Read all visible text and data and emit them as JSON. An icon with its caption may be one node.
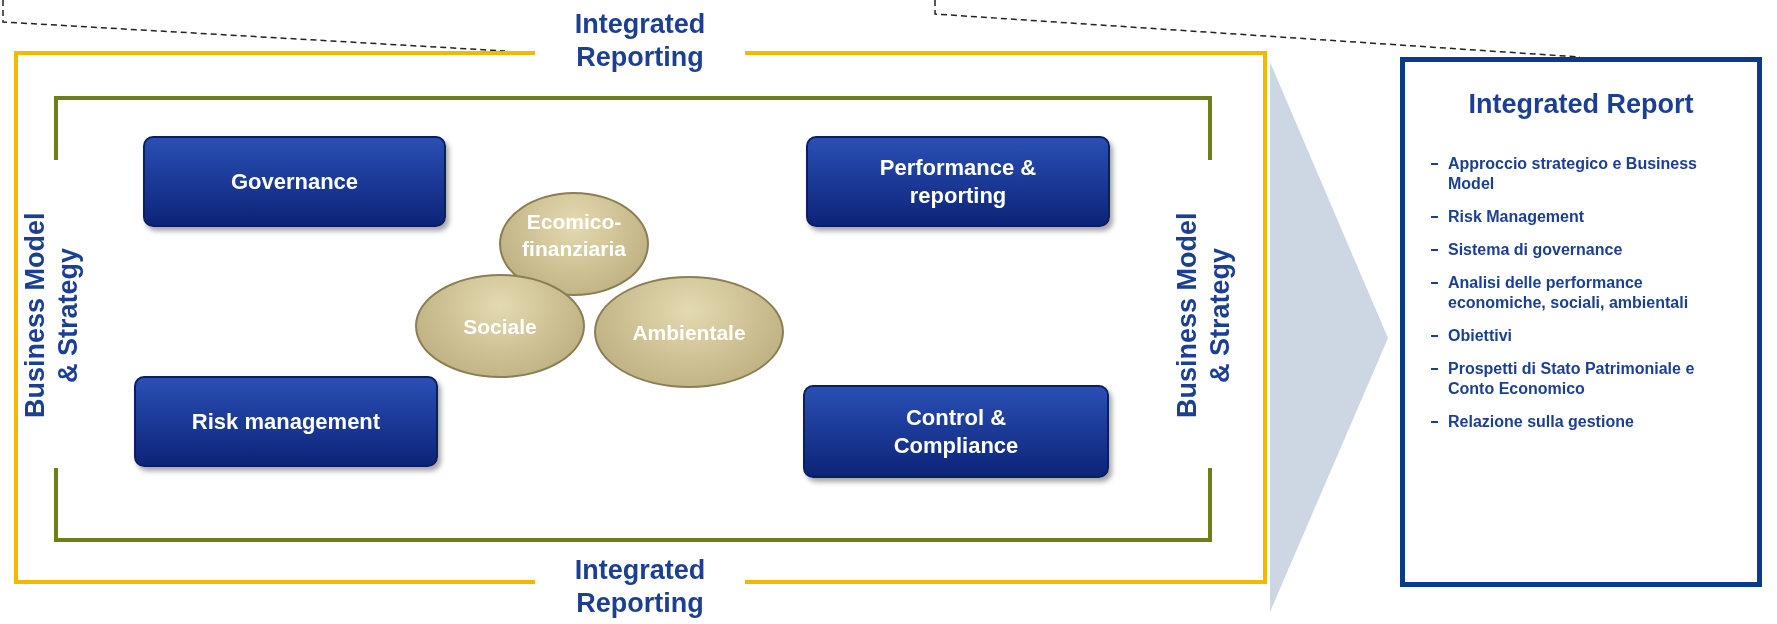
{
  "diagram": {
    "nodes": [
      {
        "text": [
          "Integrated Reporting",
          "Integrated Reporting"
        ]
      },
      {
        "text": [
          "Business Model & Strategy",
          "Business Model & Strategy"
        ],
        "in": 0
      },
      {
        "text": [
          "Governance"
        ],
        "in": 1
      },
      {
        "text": [
          "Performance & reporting"
        ],
        "in": 1
      },
      {
        "text": [
          "Ecomico- finanziaria"
        ],
        "in": 1
      },
      {
        "text": [
          "Sociale"
        ],
        "in": 1
      },
      {
        "text": [
          "Ambientale"
        ],
        "in": 1
      },
      {
        "text": [
          "Risk management"
        ],
        "in": 1
      },
      {
        "text": [
          "Control & Compliance"
        ],
        "in": 1
      },
      {
        "text": [
          "Integrated Report",
          "Approccio strategico e Business Model",
          "Risk Management",
          "Sistema di governance",
          "Analisi delle performance economiche, sociali, ambientali",
          "Obiettivi",
          "Prospetti di Stato Patrimoniale e Conto Economico",
          "Relazione sulla gestione"
        ]
      }
    ],
    "edges": [
      {
        "from": 0,
        "to": 9,
        "arrow": "to"
      },
      {
        "from": null,
        "to": 0,
        "arrow": "none",
        "style": "dashed"
      },
      {
        "from": null,
        "to": 9,
        "arrow": "none",
        "style": "dashed"
      }
    ]
  }
}
